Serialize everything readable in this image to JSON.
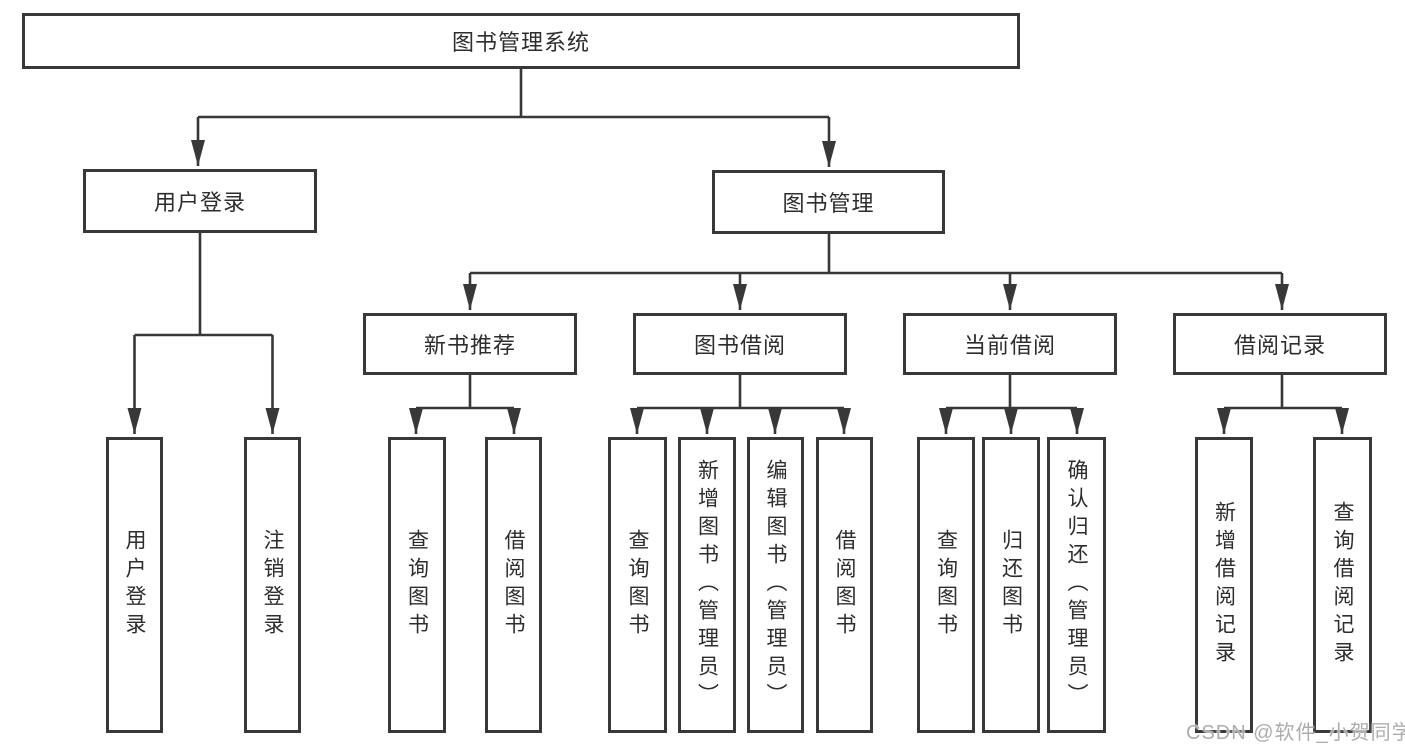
{
  "diagram": {
    "type": "hierarchy",
    "colors": {
      "line": "#383838",
      "text": "#2d2d2d",
      "background": "#ffffff",
      "watermark": "#adadad"
    },
    "watermark": "CSDN @软件_小贺同学",
    "tree": {
      "root": {
        "label": "图书管理系统"
      },
      "level2": [
        {
          "id": "user-login",
          "label": "用户登录"
        },
        {
          "id": "book-management",
          "label": "图书管理"
        }
      ],
      "level3": [
        {
          "id": "new-book-recommend",
          "parent": "book-management",
          "label": "新书推荐"
        },
        {
          "id": "book-borrowing",
          "parent": "book-management",
          "label": "图书借阅"
        },
        {
          "id": "current-borrowing",
          "parent": "book-management",
          "label": "当前借阅"
        },
        {
          "id": "borrowing-records",
          "parent": "book-management",
          "label": "借阅记录"
        }
      ],
      "level4": [
        {
          "parent": "user-login",
          "label": "用户登录"
        },
        {
          "parent": "user-login",
          "label": "注销登录"
        },
        {
          "parent": "new-book-recommend",
          "label": "查询图书"
        },
        {
          "parent": "new-book-recommend",
          "label": "借阅图书"
        },
        {
          "parent": "book-borrowing",
          "label": "查询图书"
        },
        {
          "parent": "book-borrowing",
          "label": "新增图书（管理员）"
        },
        {
          "parent": "book-borrowing",
          "label": "编辑图书（管理员）"
        },
        {
          "parent": "book-borrowing",
          "label": "借阅图书"
        },
        {
          "parent": "current-borrowing",
          "label": "查询图书"
        },
        {
          "parent": "current-borrowing",
          "label": "归还图书"
        },
        {
          "parent": "current-borrowing",
          "label": "确认归还（管理员）"
        },
        {
          "parent": "borrowing-records",
          "label": "新增借阅记录"
        },
        {
          "parent": "borrowing-records",
          "label": "查询借阅记录"
        }
      ]
    }
  }
}
